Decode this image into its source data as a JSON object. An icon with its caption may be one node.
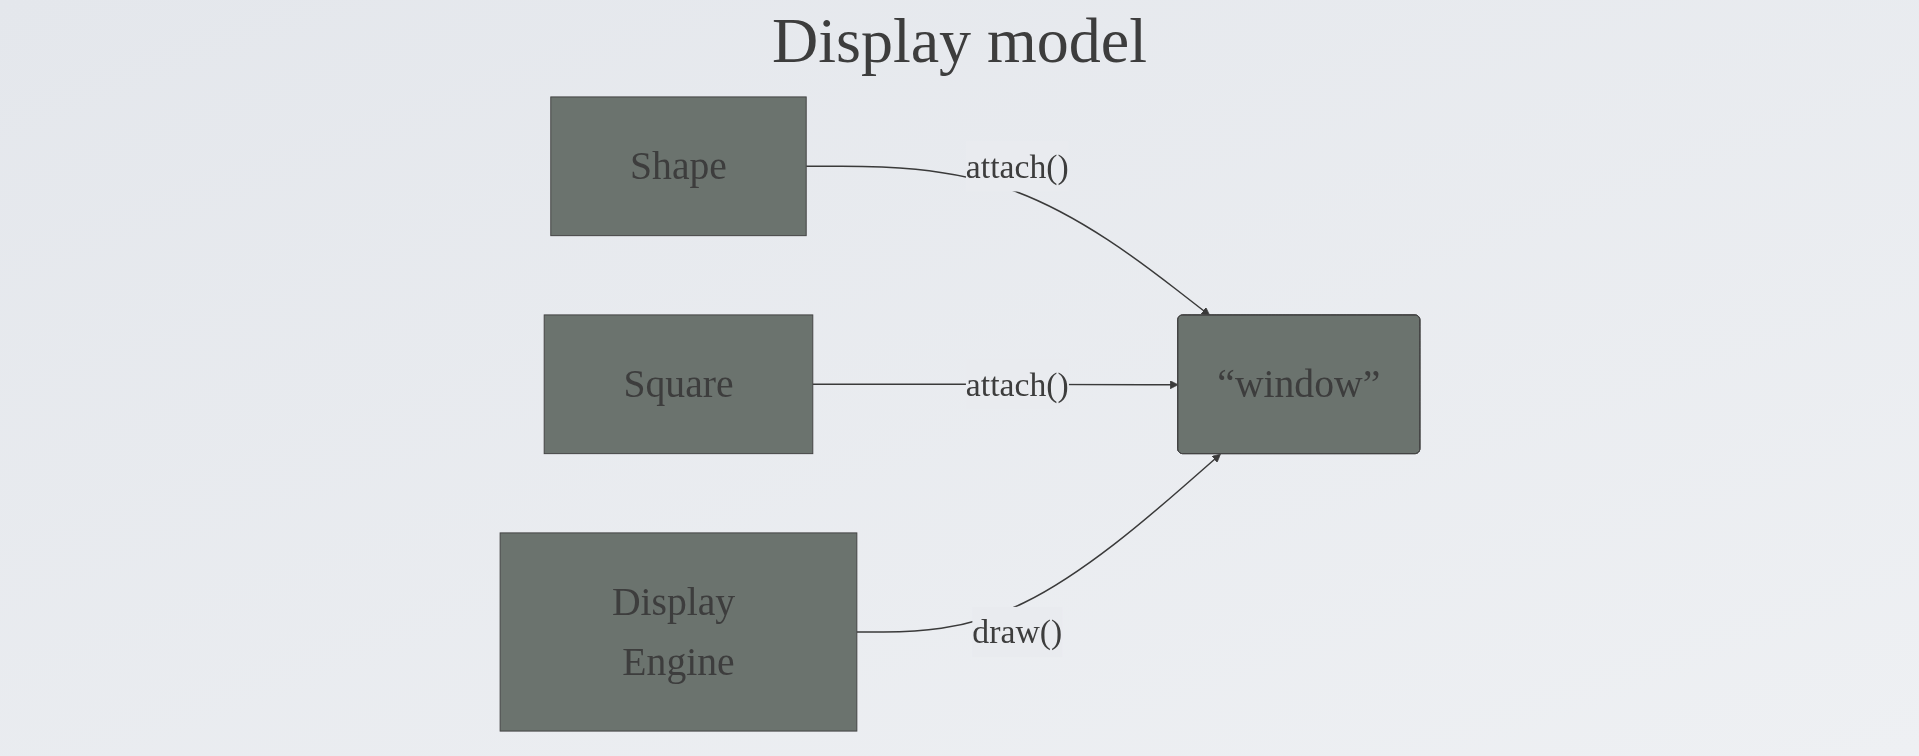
{
  "diagram": {
    "title": "Display model",
    "nodes": [
      {
        "text": [
          "Shape"
        ]
      },
      {
        "text": [
          "Square"
        ]
      },
      {
        "text": [
          "“window”"
        ]
      },
      {
        "text": [
          "Display Engine"
        ]
      }
    ],
    "edges": [
      {
        "from": 0,
        "to": 2,
        "arrow": "to",
        "label": "attach()"
      },
      {
        "from": 1,
        "to": 2,
        "arrow": "to",
        "label": "attach()"
      },
      {
        "from": 3,
        "to": 2,
        "arrow": "to",
        "label": "draw()"
      }
    ]
  }
}
